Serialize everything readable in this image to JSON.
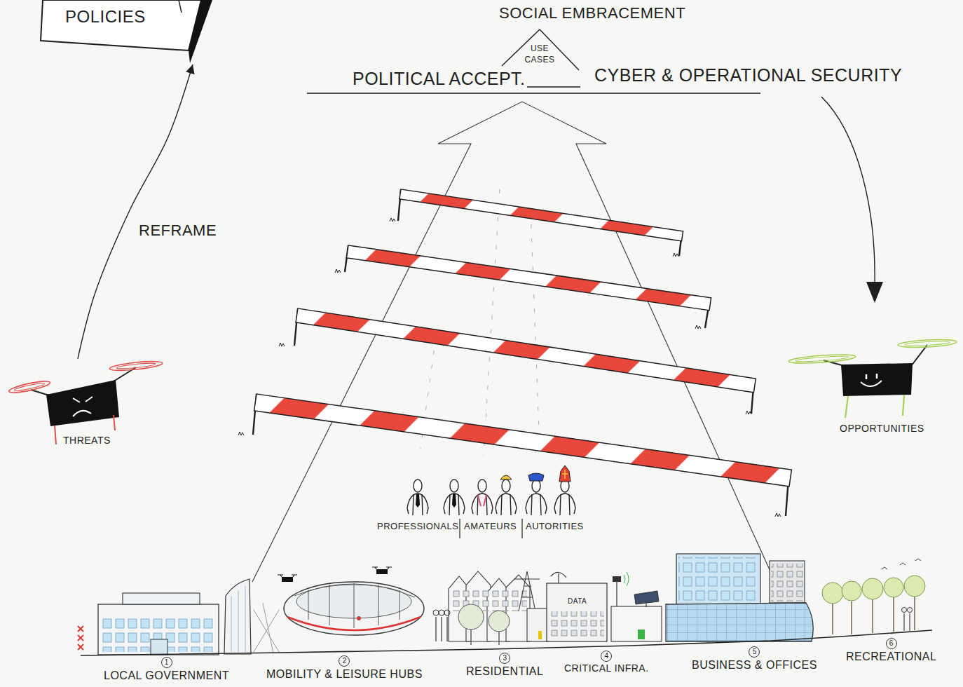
{
  "diagram": {
    "nodes": [
      {
        "text": [
          "POLICIES"
        ]
      },
      {
        "text": [
          "THREATS"
        ]
      },
      {
        "text": [
          "OPPORTUNITIES"
        ]
      },
      {
        "text": [
          "1",
          "LOCAL GOVERNMENT"
        ]
      },
      {
        "text": [
          "2",
          "MOBILITY & LEISURE HUBS"
        ]
      },
      {
        "text": [
          "3",
          "RESIDENTIAL"
        ]
      },
      {
        "text": [
          "4",
          "CRITICAL INFRA."
        ]
      },
      {
        "text": [
          "5",
          "BUSINESS & OFFICES"
        ]
      },
      {
        "text": [
          "6",
          "RECREATIONAL"
        ]
      }
    ],
    "edges": [
      {
        "from": 1,
        "to": 0,
        "arrow": "to",
        "label": "REFRAME"
      }
    ],
    "labels": [
      "SOCIAL EMBRACEMENT",
      "USE CASES",
      "POLITICAL ACCEPT.",
      "CYBER & OPERATIONAL SECURITY",
      "PROFESSIONALS",
      "AMATEURS",
      "AUTORITIES",
      "DATA"
    ]
  }
}
